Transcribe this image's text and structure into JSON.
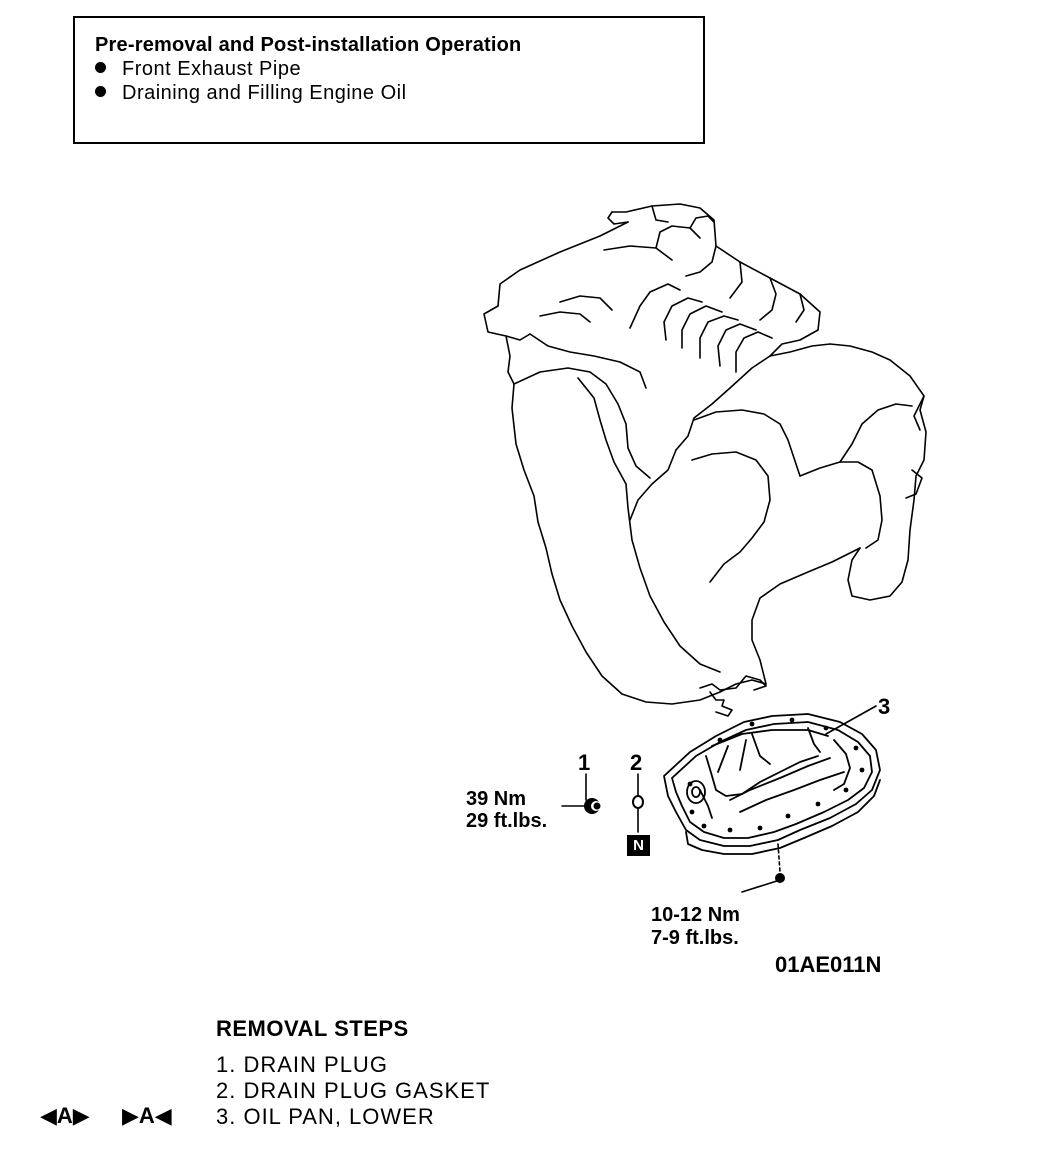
{
  "pre_box": {
    "title": "Pre-removal and Post-installation Operation",
    "items": [
      "Front Exhaust Pipe",
      "Draining and Filling Engine Oil"
    ]
  },
  "callouts": [
    "1",
    "2",
    "3"
  ],
  "gasket_badge": "N",
  "torque_drain": {
    "nm": "39 Nm",
    "ftlbs": "29 ft.lbs."
  },
  "torque_pan": {
    "nm": "10-12 Nm",
    "ftlbs": "7-9 ft.lbs."
  },
  "figure_code": "01AE011N",
  "removal": {
    "title": "REMOVAL STEPS",
    "steps": [
      "1. DRAIN PLUG",
      "2. DRAIN PLUG GASKET",
      "3. OIL PAN, LOWER"
    ],
    "mark_left": "◀A▶",
    "mark_right": "▶A◀"
  }
}
